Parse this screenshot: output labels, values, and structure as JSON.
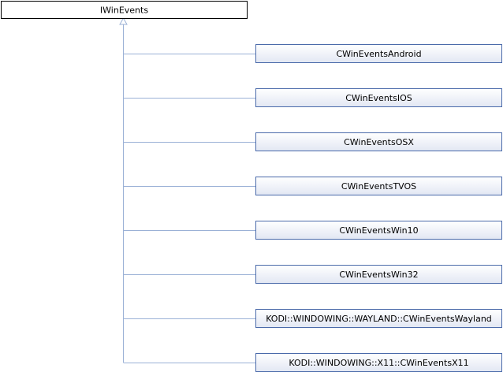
{
  "diagram": {
    "base_class": "IWinEvents",
    "derived_classes": [
      "CWinEventsAndroid",
      "CWinEventsIOS",
      "CWinEventsOSX",
      "CWinEventsTVOS",
      "CWinEventsWin10",
      "CWinEventsWin32",
      "KODI::WINDOWING::WAYLAND::CWinEventsWayland",
      "KODI::WINDOWING::X11::CWinEventsX11"
    ]
  },
  "colors": {
    "base_fill": "#ffffff",
    "base_border": "#000000",
    "derived_fill_top": "#ffffff",
    "derived_fill_bottom": "#e2e7f3",
    "derived_border": "#4a6aaa",
    "edge": "#9bb1d6"
  }
}
